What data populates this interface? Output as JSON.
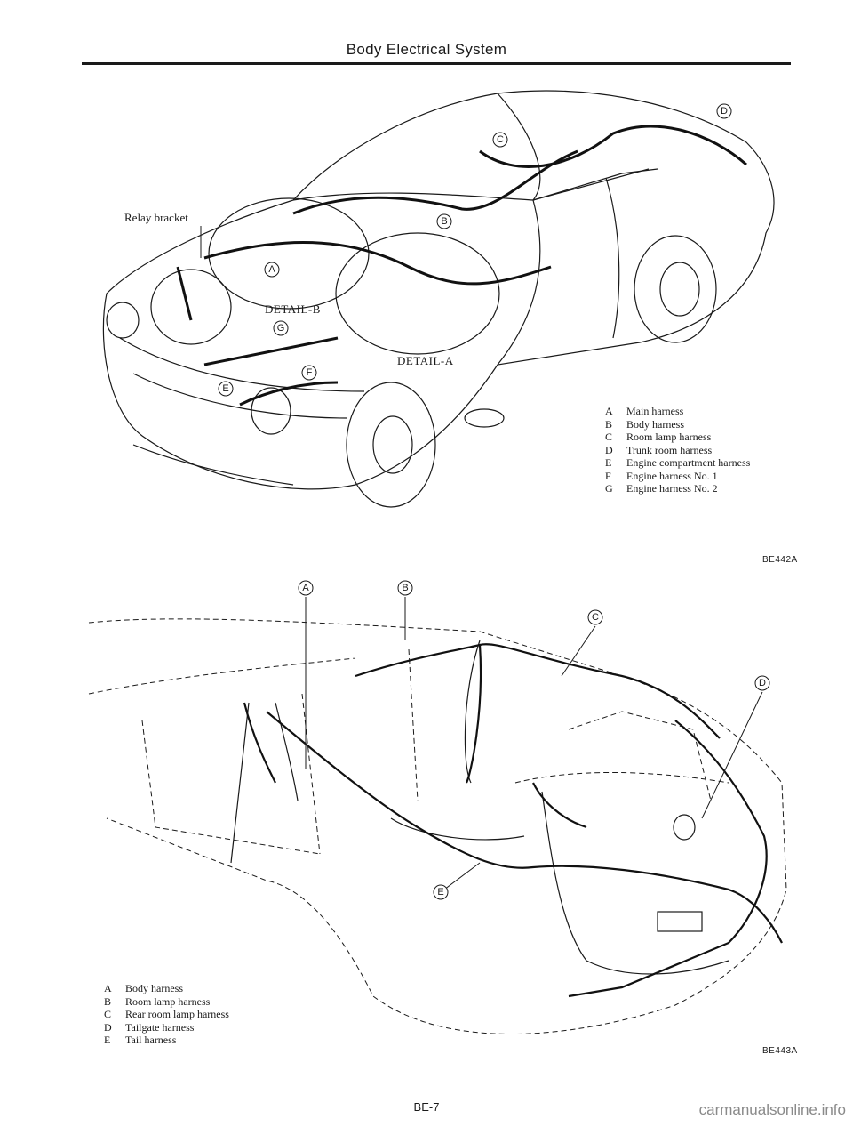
{
  "header": {
    "title": "Body Electrical System"
  },
  "figure1": {
    "labels": {
      "relay_bracket": "Relay bracket",
      "detail_b": "DETAIL-B",
      "detail_a": "DETAIL-A"
    },
    "callouts": [
      "A",
      "B",
      "C",
      "D",
      "E",
      "F",
      "G"
    ],
    "legend": [
      {
        "key": "A",
        "text": "Main harness"
      },
      {
        "key": "B",
        "text": "Body harness"
      },
      {
        "key": "C",
        "text": "Room lamp harness"
      },
      {
        "key": "D",
        "text": "Trunk room harness"
      },
      {
        "key": "E",
        "text": "Engine compartment harness"
      },
      {
        "key": "F",
        "text": "Engine harness No. 1"
      },
      {
        "key": "G",
        "text": "Engine harness No. 2"
      }
    ],
    "figure_id": "BE442A"
  },
  "figure2": {
    "callouts": [
      "A",
      "B",
      "C",
      "D",
      "E"
    ],
    "legend": [
      {
        "key": "A",
        "text": "Body harness"
      },
      {
        "key": "B",
        "text": "Room lamp harness"
      },
      {
        "key": "C",
        "text": "Rear room lamp harness"
      },
      {
        "key": "D",
        "text": "Tailgate harness"
      },
      {
        "key": "E",
        "text": "Tail harness"
      }
    ],
    "figure_id": "BE443A"
  },
  "footer": {
    "page_number": "BE-7",
    "watermark": "carmanualsonline.info"
  }
}
